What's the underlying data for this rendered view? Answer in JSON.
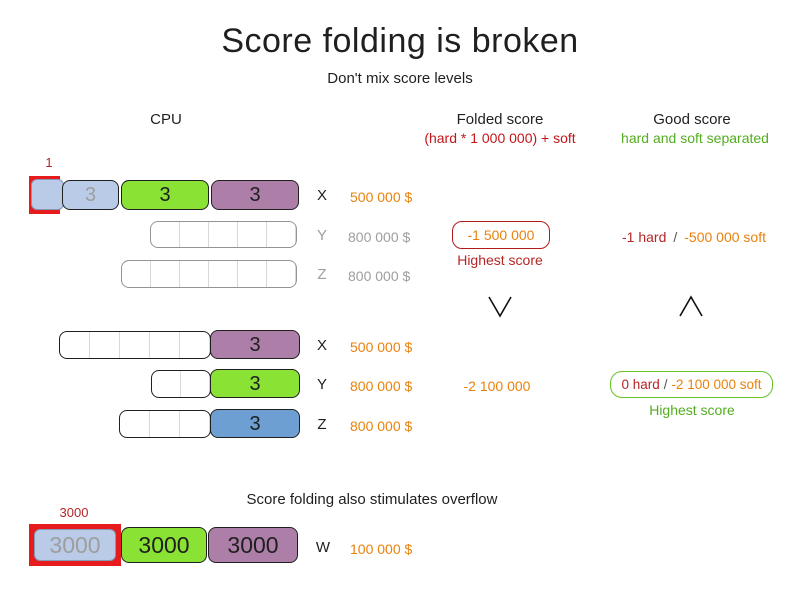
{
  "title": "Score folding is broken",
  "subtitle": "Don't mix score levels",
  "columns": {
    "cpu_label": "CPU",
    "folded_label": "Folded score",
    "folded_sub": "(hard * 1 000 000) + soft",
    "good_label": "Good score",
    "good_sub": "hard and soft separated"
  },
  "colors": {
    "orange_text": "#e8820d",
    "dark_red_text": "#b52626",
    "header_red_text": "#c3161b",
    "green_text": "#54ad20",
    "green_box_border": "#68c228",
    "red_box_border": "#b11a1a",
    "highlight_red": "#e61b1d",
    "light_blue_block": "#b9cbe6",
    "green_block": "#8ae234",
    "purple_block": "#ad7fa8",
    "blue_block": "#6d9fd2",
    "gray_text": "#9e9e9e"
  },
  "comparison": {
    "folded_icon": "chevron-down",
    "good_icon": "chevron-up"
  },
  "group1": {
    "marker": "1",
    "row_x": {
      "label": "X",
      "value": "500 000 $",
      "blocks": [
        "3",
        "3",
        "3"
      ]
    },
    "row_y": {
      "label": "Y",
      "value": "800 000 $"
    },
    "row_z": {
      "label": "Z",
      "value": "800 000 $"
    },
    "folded_score": "-1 500 000",
    "folded_caption": "Highest score",
    "good_hard": "-1 hard",
    "good_sep": "/",
    "good_soft": "-500 000 soft"
  },
  "group2": {
    "row_x": {
      "label": "X",
      "value": "500 000 $",
      "block": "3"
    },
    "row_y": {
      "label": "Y",
      "value": "800 000 $",
      "block": "3"
    },
    "row_z": {
      "label": "Z",
      "value": "800 000 $",
      "block": "3"
    },
    "folded_score": "-2 100 000",
    "good_hard": "0 hard",
    "good_sep": "/",
    "good_soft": "-2 100 000 soft",
    "good_caption": "Highest score"
  },
  "overflow": {
    "title": "Score folding also stimulates overflow",
    "marker": "3000",
    "row_label": "W",
    "value": "100 000 $",
    "blocks": [
      "3000",
      "3000",
      "3000"
    ]
  }
}
